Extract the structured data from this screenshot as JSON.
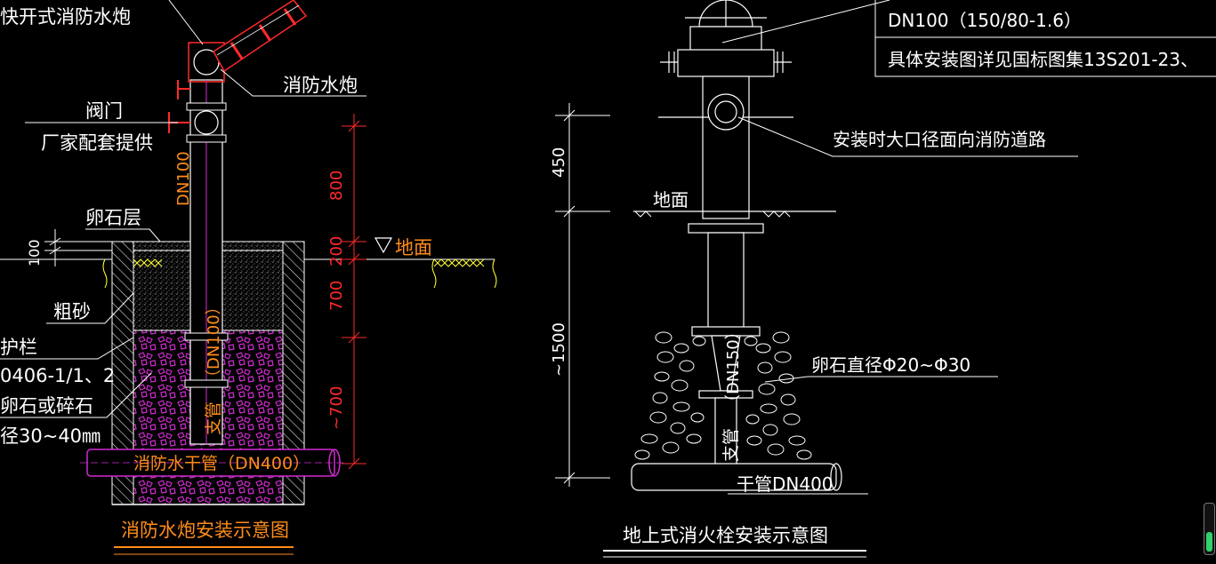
{
  "colors": {
    "background": "#000000",
    "white": "#ffffff",
    "red": "#ff2a2a",
    "orange": "#ff8c1a",
    "magenta": "#d12bd1",
    "yellow": "#ffff33"
  },
  "left": {
    "title": "消防水炮安装示意图",
    "labels": {
      "quick_cannon": "快开式消防水炮",
      "cannon": "消防水炮",
      "valve": "阀门",
      "factory": "厂家配套提供",
      "pebble_layer": "卵石层",
      "coarse_sand": "粗砂",
      "guardrail": "护栏",
      "guard_std": "0406-1/1、2",
      "pebble_gravel": "卵石或碎石",
      "diameter": "径30~40㎜",
      "ground": "地面",
      "dn100_riser": "DN100",
      "dn100_lower": "（DN100）",
      "branch": "支管",
      "main_pipe": "消防水干管（DN400）"
    },
    "dims": {
      "d100": "100",
      "d800": "800",
      "d200": "200",
      "d700": "700",
      "d700b": "~700"
    }
  },
  "right": {
    "title": "地上式消火栓安装示意图",
    "labels": {
      "spec": "DN100（150/80-1.6）",
      "atlas": "具体安装图详见国标图集13S201-23、",
      "orientation": "安装时大口径面向消防道路",
      "ground": "地面",
      "pebble_dia": "卵石直径Φ20~Φ30",
      "branch_dn": "（DN150）",
      "branch": "支管",
      "main_pipe": "干管DN400"
    },
    "dims": {
      "d450": "450",
      "d1500": "~1500"
    }
  }
}
